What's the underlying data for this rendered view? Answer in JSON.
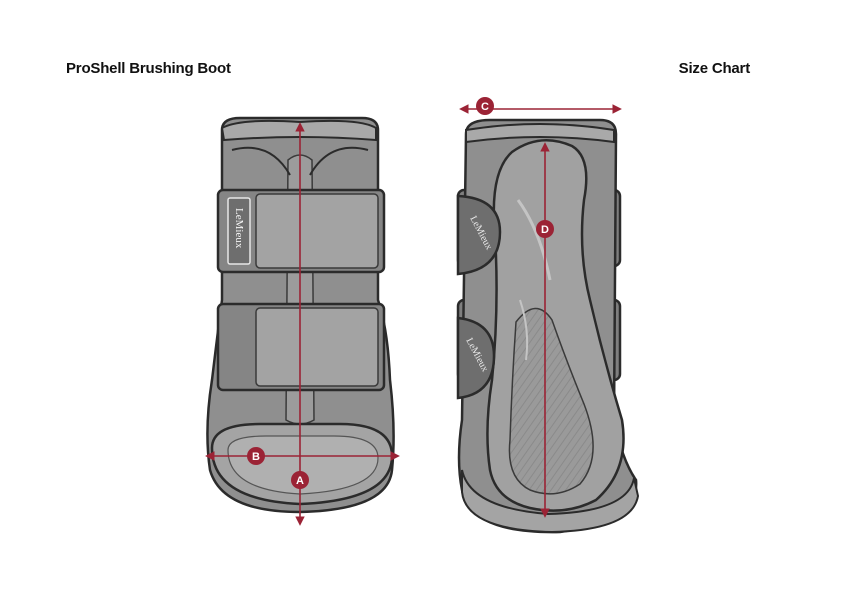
{
  "header": {
    "product_title": "ProShell Brushing Boot",
    "chart_title": "Size Chart"
  },
  "brand": {
    "label": "LeMieux"
  },
  "measurements": [
    {
      "id": "A",
      "label": "A"
    },
    {
      "id": "B",
      "label": "B"
    },
    {
      "id": "C",
      "label": "C"
    },
    {
      "id": "D",
      "label": "D"
    }
  ],
  "colors": {
    "accent": "#9b2335",
    "boot_fill": "#8f8f8f",
    "boot_light": "#a9a9a9",
    "outline": "#2b2b2b"
  }
}
